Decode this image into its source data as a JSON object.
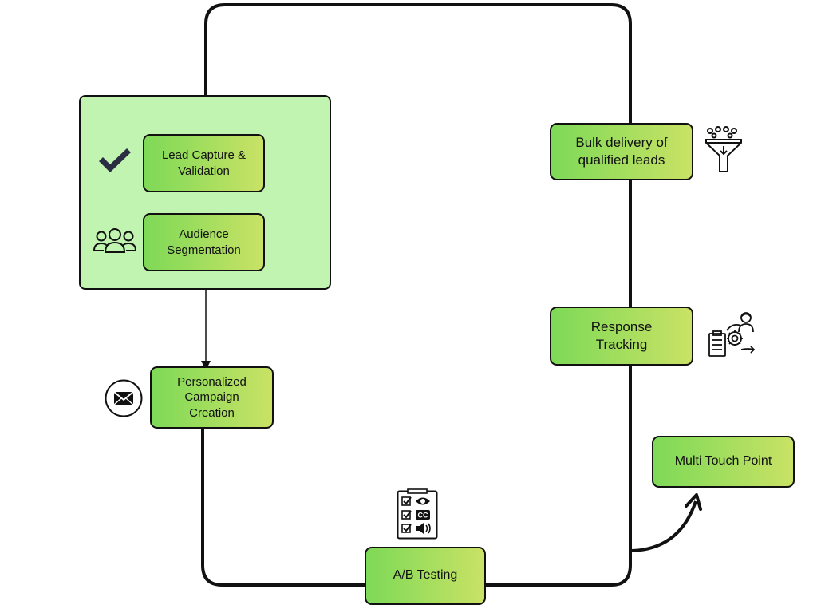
{
  "diagram": {
    "nodes": {
      "lead_capture": "Lead Capture &\nValidation",
      "audience_segmentation": "Audience\nSegmentation",
      "personalized_campaign": "Personalized\nCampaign\nCreation",
      "ab_testing": "A/B Testing",
      "response_tracking": "Response\nTracking",
      "bulk_delivery": "Bulk delivery of\nqualified leads",
      "multi_touch": "Multi Touch Point"
    },
    "icons": {
      "lead_capture": "checkmark-icon",
      "audience_segmentation": "people-group-icon",
      "personalized_campaign": "envelope-icon",
      "ab_testing": "checklist-clipboard-icon",
      "response_tracking": "tracking-process-icon",
      "bulk_delivery": "filter-funnel-icon"
    },
    "colors": {
      "node_gradient_start": "#7ed957",
      "node_gradient_end": "#c9e265",
      "group_fill": "#c1f4b0",
      "line": "#111111",
      "icon_dark": "#2b2d42"
    }
  }
}
